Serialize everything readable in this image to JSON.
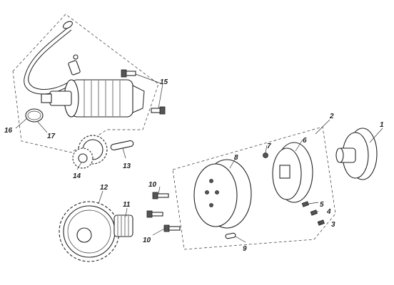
{
  "diagram": {
    "callouts": [
      {
        "id": "c1",
        "text": "1"
      },
      {
        "id": "c2",
        "text": "2"
      },
      {
        "id": "c3",
        "text": "3"
      },
      {
        "id": "c4",
        "text": "4"
      },
      {
        "id": "c5",
        "text": "5"
      },
      {
        "id": "c6",
        "text": "6"
      },
      {
        "id": "c7",
        "text": "7"
      },
      {
        "id": "c8",
        "text": "8"
      },
      {
        "id": "c9",
        "text": "9"
      },
      {
        "id": "c10a",
        "text": "10"
      },
      {
        "id": "c10b",
        "text": "10"
      },
      {
        "id": "c11",
        "text": "11"
      },
      {
        "id": "c12",
        "text": "12"
      },
      {
        "id": "c13",
        "text": "13"
      },
      {
        "id": "c14",
        "text": "14"
      },
      {
        "id": "c15",
        "text": "15"
      },
      {
        "id": "c16",
        "text": "16"
      },
      {
        "id": "c17",
        "text": "17"
      }
    ]
  }
}
